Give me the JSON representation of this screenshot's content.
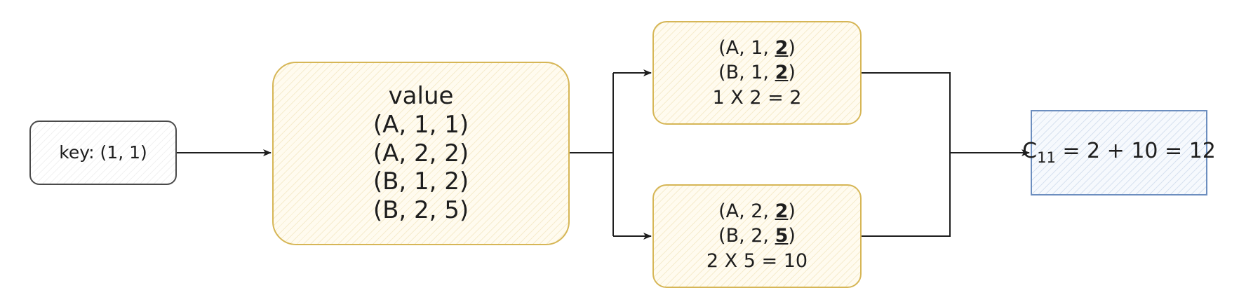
{
  "key_node": {
    "text": "key: (1, 1)"
  },
  "value_node": {
    "title": "value",
    "rows": [
      "(A, 1, 1)",
      "(A, 2, 2)",
      "(B, 1, 2)",
      "(B, 2, 5)"
    ]
  },
  "top_node": {
    "row1_prefix": "(A, 1, ",
    "row1_value": "2",
    "row1_suffix": ")",
    "row2_prefix": "(B, 1, ",
    "row2_value": "2",
    "row2_suffix": ")",
    "product": "1 X 2 = 2"
  },
  "bottom_node": {
    "row1_prefix": "(A, 2, ",
    "row1_value": "2",
    "row1_suffix": ")",
    "row2_prefix": "(B, 2, ",
    "row2_value": "5",
    "row2_suffix": ")",
    "product": "2 X 5 = 10"
  },
  "result_node": {
    "symbol": "C",
    "subscript": "11",
    "expression": " = 2 + 10 = 12"
  },
  "colors": {
    "key_stroke": "#4a4a4a",
    "value_stroke": "#d6b656",
    "value_fill": "#fff2cc",
    "result_stroke": "#6c8ebf",
    "result_fill": "#dae8fc",
    "connector": "#1e1e1e"
  }
}
